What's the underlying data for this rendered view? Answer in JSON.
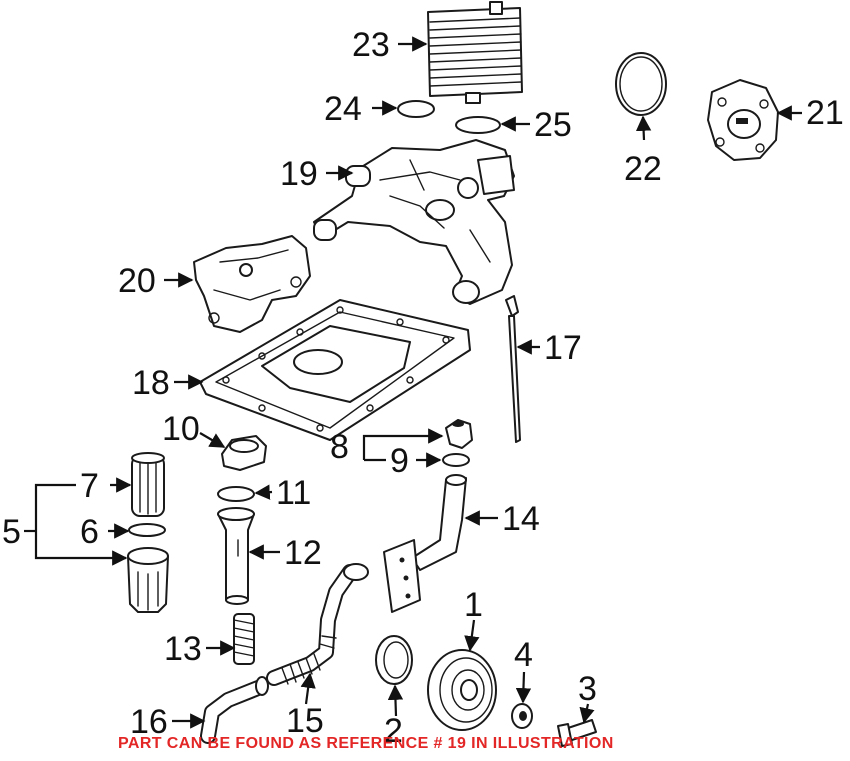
{
  "callouts": {
    "c1": "1",
    "c2": "2",
    "c3": "3",
    "c4": "4",
    "c5": "5",
    "c6": "6",
    "c7": "7",
    "c8": "8",
    "c9": "9",
    "c10": "10",
    "c11": "11",
    "c12": "12",
    "c13": "13",
    "c14": "14",
    "c15": "15",
    "c16": "16",
    "c17": "17",
    "c18": "18",
    "c19": "19",
    "c20": "20",
    "c21": "21",
    "c22": "22",
    "c23": "23",
    "c24": "24",
    "c25": "25"
  },
  "footer": {
    "note": "PART CAN BE FOUND AS REFERENCE # 19 IN ILLUSTRATION"
  },
  "colors": {
    "note_text": "#e32626",
    "line_art": "#1a1a1a",
    "background": "#ffffff"
  }
}
